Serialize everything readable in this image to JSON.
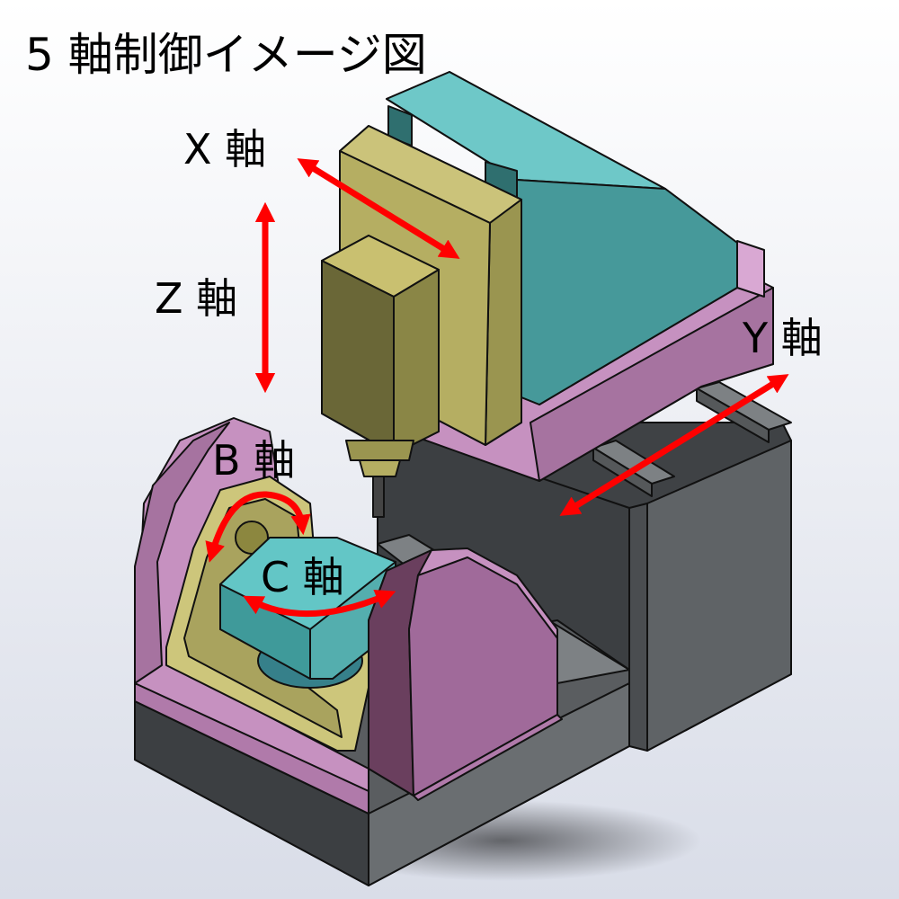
{
  "title": "5 軸制御イメージ図",
  "axes": {
    "x": "X 軸",
    "y": "Y 軸",
    "z": "Z 軸",
    "b": "B 軸",
    "c": "C 軸"
  },
  "colors": {
    "arrow": "#ff0000",
    "spindle_head": "#c9c070",
    "spindle_housing": "#4b9c9c",
    "carriage": "#c691c0",
    "column": "#55585a",
    "base": "#6a6e71",
    "trunnion": "#c691c0",
    "cradle": "#c9c070",
    "table": "#63c6c6"
  }
}
